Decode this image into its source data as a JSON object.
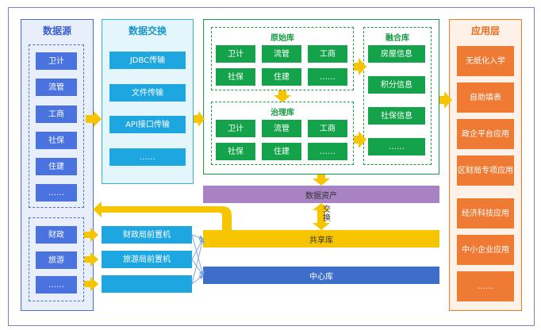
{
  "source": {
    "title": "数据源",
    "upper_items": [
      "卫计",
      "流管",
      "工商",
      "社保",
      "住建",
      "……"
    ],
    "lower_items": [
      "财政",
      "旅游",
      "……"
    ]
  },
  "exchange": {
    "title": "数据交换",
    "items": [
      "JDBC传输",
      "文件传输",
      "API接口传输",
      "……"
    ],
    "front_machines": [
      "财政局前置机",
      "旅游局前置机",
      ""
    ]
  },
  "raw_db": {
    "title": "原始库",
    "items": [
      "卫计",
      "流管",
      "工商",
      "社保",
      "住建",
      "……"
    ]
  },
  "clean_db": {
    "title": "治理库",
    "items": [
      "卫计",
      "流管",
      "工商",
      "社保",
      "住建",
      "……"
    ]
  },
  "fusion_db": {
    "title": "融合库",
    "items": [
      "房屋信息",
      "积分信息",
      "社保信息",
      "……"
    ]
  },
  "data_asset": "数据资产",
  "exchange_label": "交换",
  "shared_db": "共享库",
  "center_db": "中心库",
  "app": {
    "title": "应用层",
    "items": [
      "无纸化入学",
      "自助填表",
      "政企平台应用",
      "区财局专项应用",
      "经济科技应用",
      "中小企业应用",
      "……"
    ]
  },
  "colors": {
    "arrow": "#f7c500",
    "source": "#4a73e0",
    "exchange": "#1ea6e0",
    "library": "#14a34a",
    "app": "#ef7a33"
  }
}
